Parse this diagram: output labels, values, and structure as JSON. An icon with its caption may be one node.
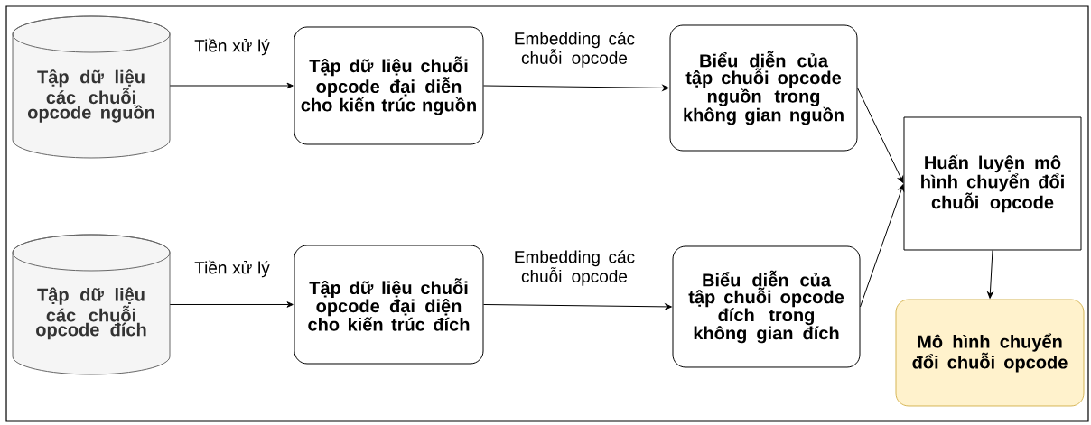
{
  "diagram": {
    "nodes": [
      {
        "text": [
          "Tập dữ liệu các chuỗi opcode nguồn"
        ]
      },
      {
        "text": [
          "Tập dữ liệu chuỗi opcode đại diễn cho kiến trúc nguồn"
        ]
      },
      {
        "text": [
          "Biểu diễn của tập chuỗi opcode nguồn trong không gian nguồn"
        ]
      },
      {
        "text": [
          "Tập dữ liệu các chuỗi opcode đích"
        ]
      },
      {
        "text": [
          "Tập dữ liệu chuỗi opcode đại diện cho kiến trúc đích"
        ]
      },
      {
        "text": [
          "Biểu diễn của tập chuỗi opcode đích trong không gian đích"
        ]
      },
      {
        "text": [
          "Huấn luyện mô hình chuyển đổi chuỗi opcode"
        ]
      },
      {
        "text": [
          "Mô hình chuyển đổi chuỗi opcode"
        ]
      }
    ],
    "edges": [
      {
        "from": 0,
        "to": 1,
        "arrow": "to",
        "label": "Tiền xử lý"
      },
      {
        "from": 1,
        "to": 2,
        "arrow": "to",
        "label": "Embedding các chuỗi opcode"
      },
      {
        "from": 3,
        "to": 4,
        "arrow": "to",
        "label": "Tiền xử lý"
      },
      {
        "from": 4,
        "to": 5,
        "arrow": "to",
        "label": "Embedding các chuỗi opcode"
      },
      {
        "from": 2,
        "to": 6,
        "arrow": "to"
      },
      {
        "from": 5,
        "to": 6,
        "arrow": "to"
      },
      {
        "from": 6,
        "to": 7,
        "arrow": "to"
      }
    ]
  }
}
